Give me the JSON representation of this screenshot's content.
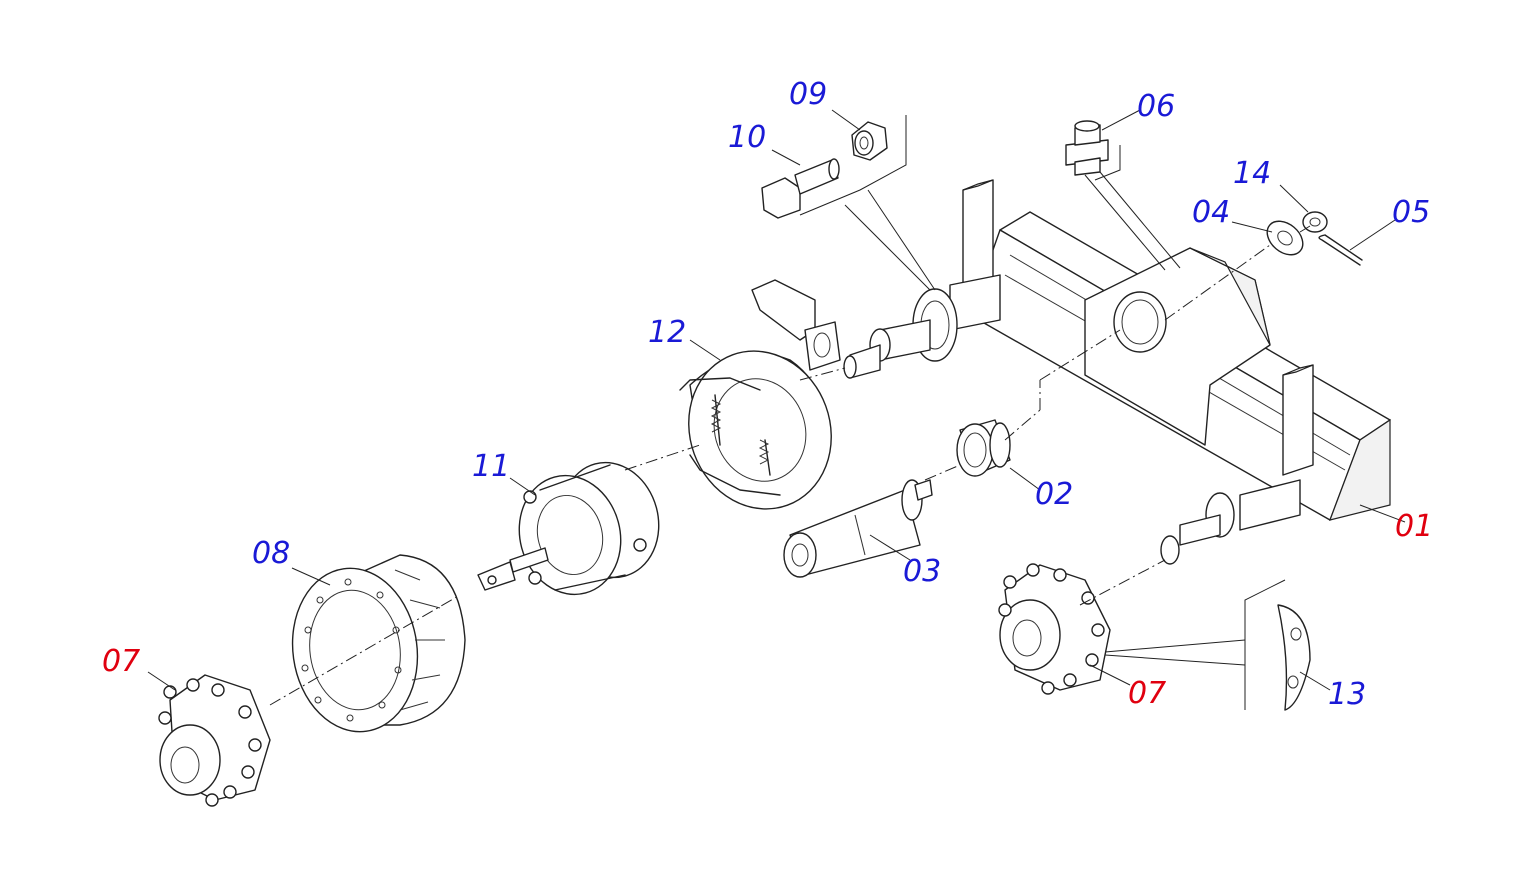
{
  "parts": [
    {
      "id": "01",
      "label": "01",
      "color": "#e0000f"
    },
    {
      "id": "02",
      "label": "02",
      "color": "#1a1ad6"
    },
    {
      "id": "03",
      "label": "03",
      "color": "#1a1ad6"
    },
    {
      "id": "04",
      "label": "04",
      "color": "#1a1ad6"
    },
    {
      "id": "05",
      "label": "05",
      "color": "#1a1ad6"
    },
    {
      "id": "06",
      "label": "06",
      "color": "#1a1ad6"
    },
    {
      "id": "07a",
      "label": "07",
      "color": "#e0000f"
    },
    {
      "id": "07b",
      "label": "07",
      "color": "#e0000f"
    },
    {
      "id": "08",
      "label": "08",
      "color": "#1a1ad6"
    },
    {
      "id": "09",
      "label": "09",
      "color": "#1a1ad6"
    },
    {
      "id": "10",
      "label": "10",
      "color": "#1a1ad6"
    },
    {
      "id": "11",
      "label": "11",
      "color": "#1a1ad6"
    },
    {
      "id": "12",
      "label": "12",
      "color": "#1a1ad6"
    },
    {
      "id": "13",
      "label": "13",
      "color": "#1a1ad6"
    },
    {
      "id": "14",
      "label": "14",
      "color": "#1a1ad6"
    }
  ]
}
